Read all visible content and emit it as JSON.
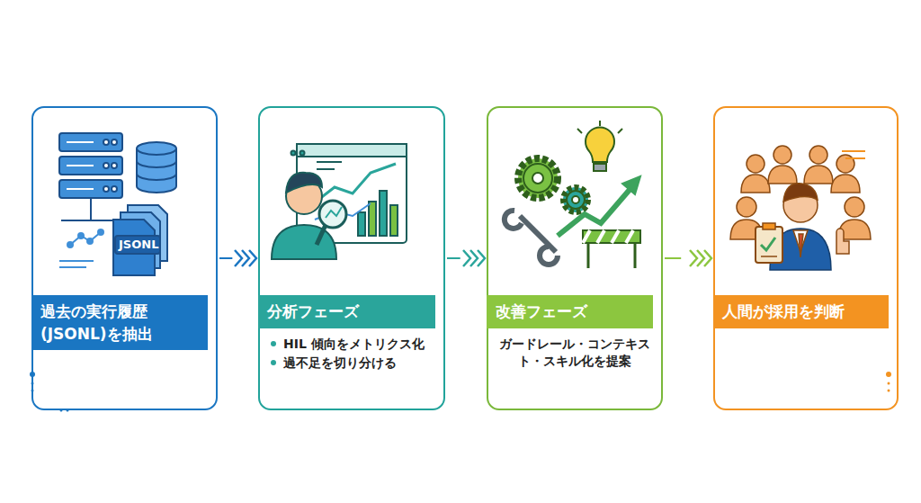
{
  "diagram": {
    "nodes": [
      {
        "text": [
          "過去の実行履歴 (JSONL)を抽出"
        ]
      },
      {
        "text": [
          "分析フェーズ",
          "HIL 傾向をメトリクス化",
          "過不足を切り分ける"
        ]
      },
      {
        "text": [
          "改善フェーズ",
          "ガードレール・コンテキスト・スキル化を提案"
        ]
      },
      {
        "text": [
          "人間が採用を判断"
        ]
      }
    ],
    "edges": [
      {
        "from": 0,
        "to": 1,
        "arrow": "to"
      },
      {
        "from": 1,
        "to": 2,
        "arrow": "to"
      },
      {
        "from": 2,
        "to": 3,
        "arrow": "to"
      }
    ],
    "labels": [
      "JSONL"
    ]
  }
}
